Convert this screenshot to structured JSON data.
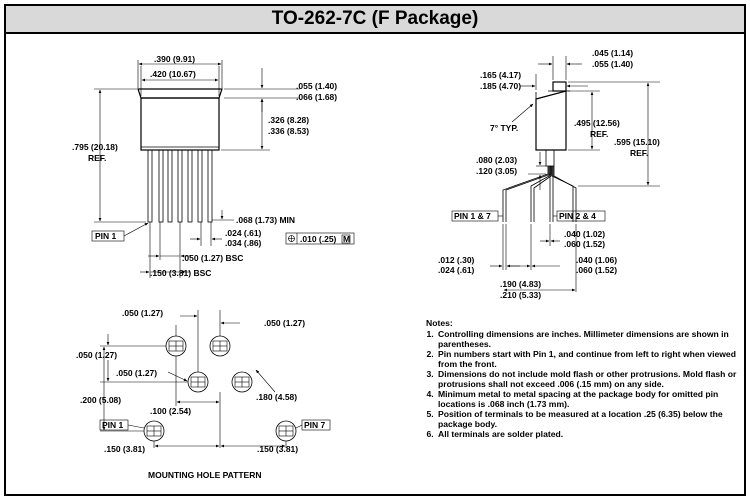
{
  "title": "TO-262-7C (F Package)",
  "front_view": {
    "width_top": ".390 (9.91)",
    "width_bottom": ".420 (10.67)",
    "tab_top": ".055 (1.40)",
    "tab_bottom": ".066 (1.68)",
    "body_top": ".326 (8.28)",
    "body_bottom": ".336 (8.53)",
    "height_top": ".795 (20.18)",
    "height_bottom": "REF.",
    "lead_len": ".068 (1.73) MIN",
    "lead_w_top": ".024 (.61)",
    "lead_w_bottom": ".034 (.86)",
    "tolerance": ".010 (.25)",
    "tolerance_mod": "M",
    "pitch": ".050 (1.27) BSC",
    "span": ".150 (3.81) BSC",
    "pin_label": "PIN 1"
  },
  "side_view": {
    "tab_t_top": ".045 (1.14)",
    "tab_t_bottom": ".055 (1.40)",
    "thick_top": ".165 (4.17)",
    "thick_bottom": ".185 (4.70)",
    "angle": "7° TYP.",
    "body_h_top": ".495 (12.56)",
    "body_h_bottom": "REF.",
    "total_h_top": ".595 (15.10)",
    "total_h_bottom": "REF.",
    "form_top": ".080 (2.03)",
    "form_bottom": ".120 (3.05)",
    "pin17": "PIN 1 & 7",
    "pin24": "PIN 2 & 4",
    "lead_t_top": ".012 (.30)",
    "lead_t_bottom": ".024 (.61)",
    "off1_top": ".040 (1.02)",
    "off1_bottom": ".060 (1.52)",
    "off2_top": ".040 (1.06)",
    "off2_bottom": ".060 (1.52)",
    "row_top": ".190 (4.83)",
    "row_bottom": ".210 (5.33)"
  },
  "mounting": {
    "d_050_a": ".050 (1.27)",
    "d_050_b": ".050 (1.27)",
    "d_050_c": ".050 (1.27)",
    "d_050_d": ".050 (1.27)",
    "d_200": ".200 (5.08)",
    "d_100": ".100 (2.54)",
    "d_180": ".180 (4.58)",
    "d_150_left": ".150 (3.81)",
    "d_150_right": ".150 (3.81)",
    "pin1": "PIN 1",
    "pin7": "PIN 7",
    "caption": "MOUNTING HOLE PATTERN"
  },
  "notes": {
    "heading": "Notes:",
    "items": [
      "Controlling dimensions are inches. Millimeter dimensions are shown in parentheses.",
      "Pin numbers start with Pin 1, and continue from left to right when viewed from the front.",
      "Dimensions do not include mold flash or other protrusions. Mold flash or protrusions shall not exceed .006 (.15 mm) on any side.",
      "Minimum metal to metal spacing at the package body for omitted pin locations is .068 inch (1.73 mm).",
      "Position of terminals to be measured at a location .25 (6.35) below the package body.",
      "All terminals are solder plated."
    ]
  }
}
